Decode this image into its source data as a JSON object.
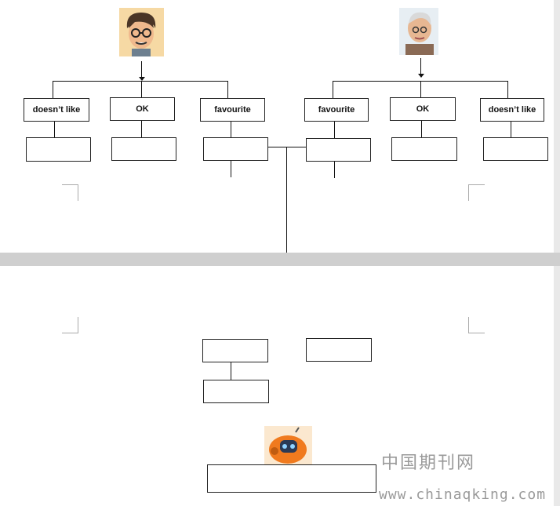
{
  "colors": {
    "page_gap": "#cfcfcf",
    "line": "#111111",
    "watermark": "#9a9a9a"
  },
  "icons": {
    "boy": "boy-avatar-icon",
    "grandpa": "old-man-avatar-icon",
    "robot": "robot-avatar-icon"
  },
  "left_tree": {
    "labels": [
      "doesn’t like",
      "OK",
      "favourite"
    ]
  },
  "right_tree": {
    "labels": [
      "favourite",
      "OK",
      "doesn’t like"
    ]
  },
  "watermark": {
    "cn": "中国期刊网",
    "url": "www.chinaqking.com"
  }
}
